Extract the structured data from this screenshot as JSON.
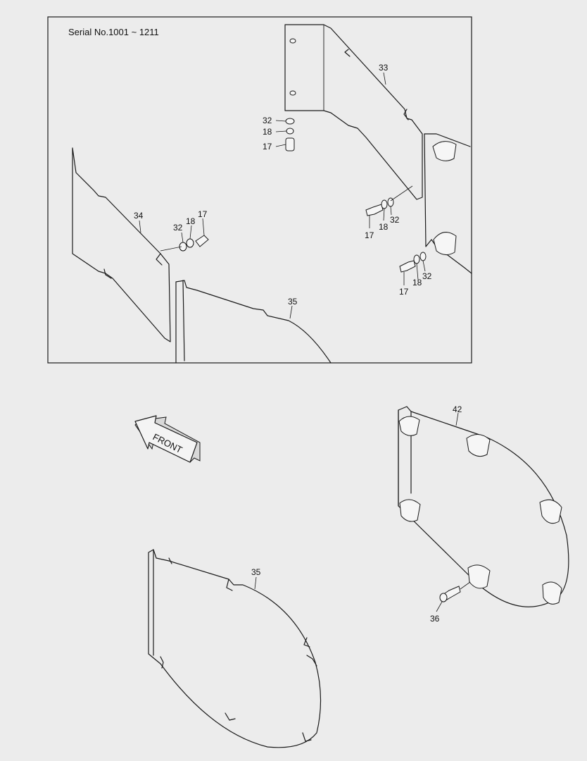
{
  "inset": {
    "serial_label": "Serial No.1001 ~ 1211"
  },
  "direction_label": "FRONT",
  "callouts": {
    "c33": "33",
    "c32a": "32",
    "c18a": "18",
    "c17a": "17",
    "c34": "34",
    "c32b": "32",
    "c18b": "18",
    "c17b": "17",
    "c35a": "35",
    "c17c": "17",
    "c18c": "18",
    "c32c": "32",
    "c17d": "17",
    "c18d": "18",
    "c32d": "32",
    "c42": "42",
    "c35b": "35",
    "c36": "36"
  },
  "colors": {
    "background": "#ececec",
    "line": "#1a1a1a"
  }
}
